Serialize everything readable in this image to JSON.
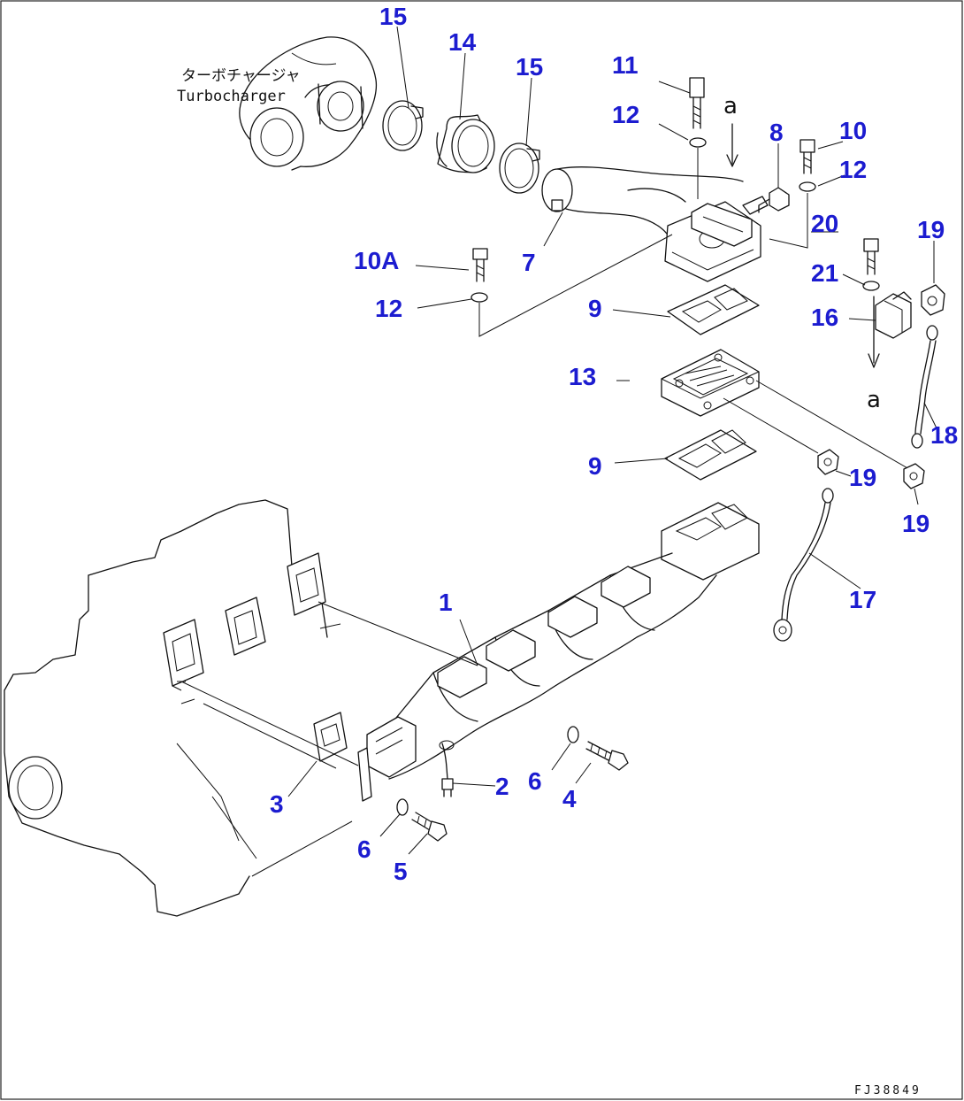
{
  "turbocharger": {
    "label_jp": "ターボチャージャ",
    "label_en": "Turbocharger"
  },
  "reference_code": "FJ38849",
  "callouts": {
    "c15a": "15",
    "c14": "14",
    "c15b": "15",
    "c11": "11",
    "c12a": "12",
    "c8": "8",
    "c10": "10",
    "c12b": "12",
    "c20": "20",
    "c19a": "19",
    "c21": "21",
    "c10A": "10A",
    "c7": "7",
    "c12c": "12",
    "c9a": "9",
    "c16": "16",
    "c13": "13",
    "c18": "18",
    "c9b": "9",
    "c19b": "19",
    "c19c": "19",
    "c17": "17",
    "c1": "1",
    "c2": "2",
    "c6a": "6",
    "c4": "4",
    "c3": "3",
    "c6b": "6",
    "c5": "5"
  },
  "connection_marks": {
    "top": "a",
    "bottom": "a"
  },
  "colors": {
    "callout": "#1c1cd0",
    "line": "#111111"
  }
}
